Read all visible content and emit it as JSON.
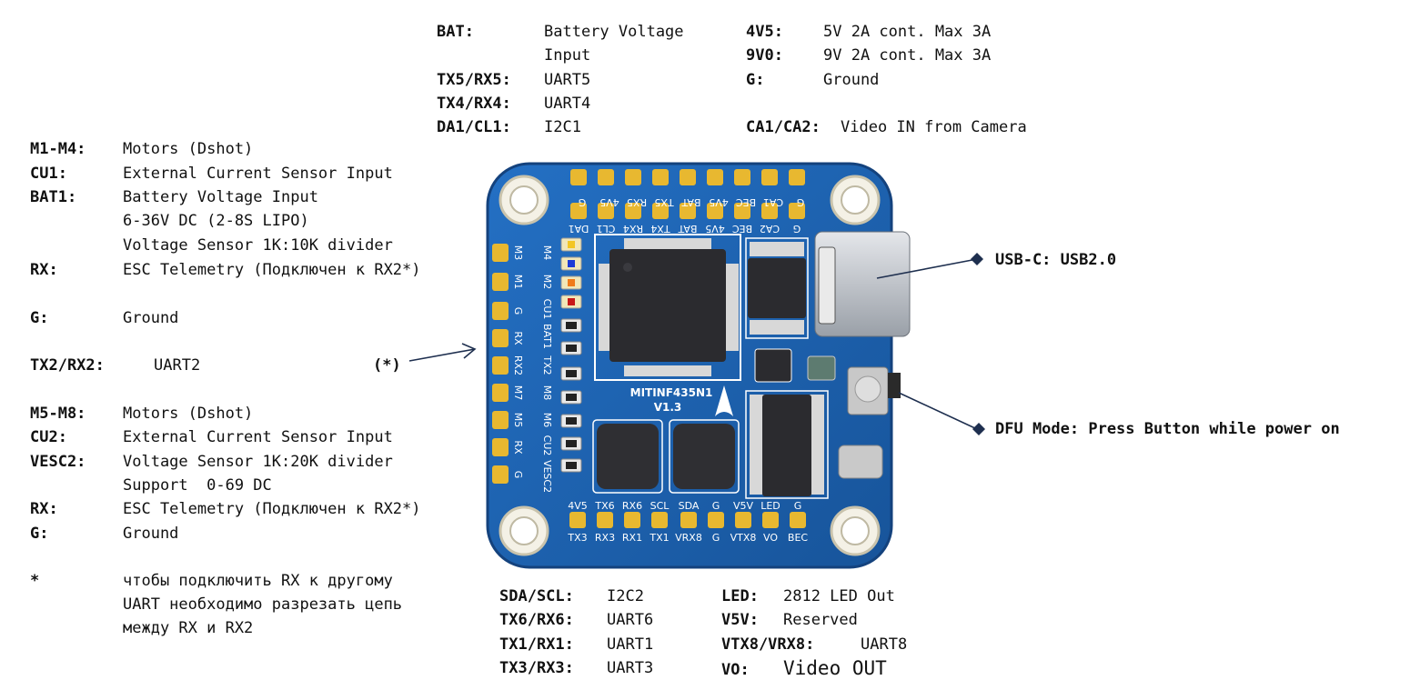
{
  "colors": {
    "pcb": "#1d5fae",
    "pcb_edge": "#14427d",
    "pad": "#e8b830",
    "chip": "#2b2b2f",
    "arrow": "#1e2f4f"
  },
  "top": {
    "bat_key": "BAT:",
    "bat_val1": "Battery Voltage",
    "bat_val2": "Input",
    "tx5_key": "TX5/RX5:",
    "tx5_val": "UART5",
    "tx4_key": "TX4/RX4:",
    "tx4_val": "UART4",
    "da1_key": "DA1/CL1:",
    "da1_val": "I2C1",
    "v45_key": "4V5:",
    "v45_val": "5V 2A cont. Max 3A",
    "v90_key": "9V0:",
    "v90_val": "9V 2A cont. Max 3A",
    "g_key": "G:",
    "g_val": "Ground",
    "ca_key": "CA1/CA2:",
    "ca_val": "Video IN from Camera"
  },
  "left": {
    "m14_key": "M1-M4:",
    "m14_val": "Motors (Dshot)",
    "cu1_key": "CU1:",
    "cu1_val": "External Current Sensor Input",
    "bat1_key": "BAT1:",
    "bat1_val1": "Battery Voltage Input",
    "bat1_val2": "6-36V DC (2-8S LIPO)",
    "bat1_val3": "Voltage Sensor 1K:10K divider",
    "rx_key": "RX:",
    "rx_val": "ESC Telemetry (Подключен к RX2*)",
    "g_key": "G:",
    "g_val": "Ground",
    "tx2_key": "TX2/RX2:",
    "tx2_val": "UART2",
    "star": "(*)",
    "m58_key": "M5-M8:",
    "m58_val": "Motors (Dshot)",
    "cu2_key": "CU2:",
    "cu2_val": "External Current Sensor Input",
    "vesc2_key": "VESC2:",
    "vesc2_val1": "Voltage Sensor 1K:20K divider",
    "vesc2_val2": "Support  0-69 DC",
    "rx2_key": "RX:",
    "rx2_val": "ESC Telemetry (Подключен к RX2*)",
    "g2_key": "G:",
    "g2_val": "Ground",
    "note_key": "*",
    "note1": "чтобы подключить RX к другому",
    "note2": "UART необходимо разрезать цепь",
    "note3": "между RX и RX2"
  },
  "right": {
    "usb": "USB-C: USB2.0",
    "dfu": "DFU Mode: Press Button while power on"
  },
  "bottom": {
    "sda_key": "SDA/SCL:",
    "sda_val": "I2C2",
    "tx6_key": "TX6/RX6:",
    "tx6_val": "UART6",
    "tx1_key": "TX1/RX1:",
    "tx1_val": "UART1",
    "tx3_key": "TX3/RX3:",
    "tx3_val": "UART3",
    "led_key": "LED:",
    "led_val": "2812 LED Out",
    "v5v_key": "V5V:",
    "v5v_val": "Reserved",
    "vtx_key": "VTX8/VRX8:",
    "vtx_val": "UART8",
    "vo_key": "VO:",
    "vo_val": "Video OUT"
  },
  "board": {
    "name": "MITINF435N1",
    "version": "V1.3",
    "top_row1": [
      "G",
      "4V5",
      "RX5",
      "TX5",
      "BAT",
      "4V5",
      "BEC",
      "CA1",
      "G"
    ],
    "top_row2": [
      "DA1",
      "CL1",
      "RX4",
      "TX4",
      "BAT",
      "4V5",
      "BEC",
      "CA2",
      "G"
    ],
    "left_col1": [
      "M3",
      "M1",
      "G",
      "RX",
      "RX2",
      "M7",
      "M5",
      "RX",
      "G"
    ],
    "left_col2": [
      "M4",
      "M2",
      "CU1",
      "BAT1",
      "TX2",
      "M8",
      "M6",
      "CU2",
      "VESC2"
    ],
    "bottom_row1": [
      "4V5",
      "TX6",
      "RX6",
      "SCL",
      "SDA",
      "G",
      "V5V",
      "LED",
      "G"
    ],
    "bottom_row2": [
      "TX3",
      "RX3",
      "RX1",
      "TX1",
      "VRX8",
      "G",
      "VTX8",
      "VO",
      "BEC"
    ]
  }
}
